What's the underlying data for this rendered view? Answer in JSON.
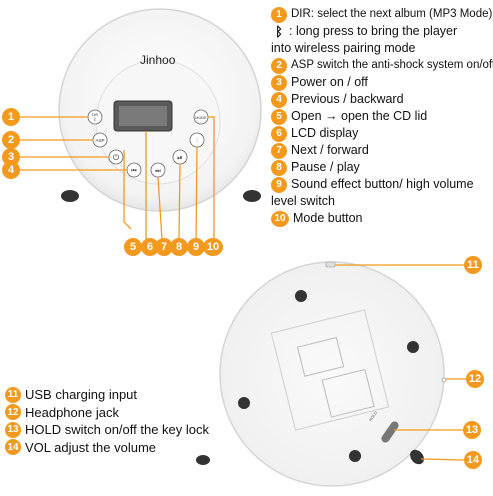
{
  "device": {
    "brand": "Jinhoo",
    "buttons": {
      "dir": "DIR",
      "asp": "ASP",
      "mode": "MODE"
    },
    "bottom_switch": {
      "hold": "HOLD"
    }
  },
  "colors": {
    "accent": "#f39a1e",
    "device_body": "#f2f2f2",
    "device_edge": "#d9d9d9",
    "lcd": "#5a5a5a"
  },
  "callouts": [
    "1",
    "2",
    "3",
    "4",
    "5",
    "6",
    "7",
    "8",
    "9",
    "10",
    "11",
    "12",
    "13",
    "14"
  ],
  "legend_top": [
    {
      "num": "1",
      "text": "DIR: select the next album (MP3 Mode)"
    },
    {
      "icon": "bluetooth-icon",
      "text": ": long press to bring the player"
    },
    {
      "text": "into wireless pairing mode"
    },
    {
      "num": "2",
      "text": "ASP switch the anti-shock system on/off"
    },
    {
      "num": "3",
      "text": "Power on / off"
    },
    {
      "num": "4",
      "text": "Previous / backward"
    },
    {
      "num": "5",
      "text": "Open → open the CD lid"
    },
    {
      "num": "6",
      "text": "LCD display"
    },
    {
      "num": "7",
      "text": "Next / forward"
    },
    {
      "num": "8",
      "text": "Pause / play"
    },
    {
      "num": "9",
      "text": "Sound effect button/ high volume"
    },
    {
      "text": "level switch"
    },
    {
      "num": "10",
      "text": "Mode button"
    }
  ],
  "legend_bottom": [
    {
      "num": "11",
      "text": "USB charging input"
    },
    {
      "num": "12",
      "text": "Headphone jack"
    },
    {
      "num": "13",
      "text": "HOLD switch on/off the key lock"
    },
    {
      "num": "14",
      "text": "VOL adjust the volume"
    }
  ]
}
